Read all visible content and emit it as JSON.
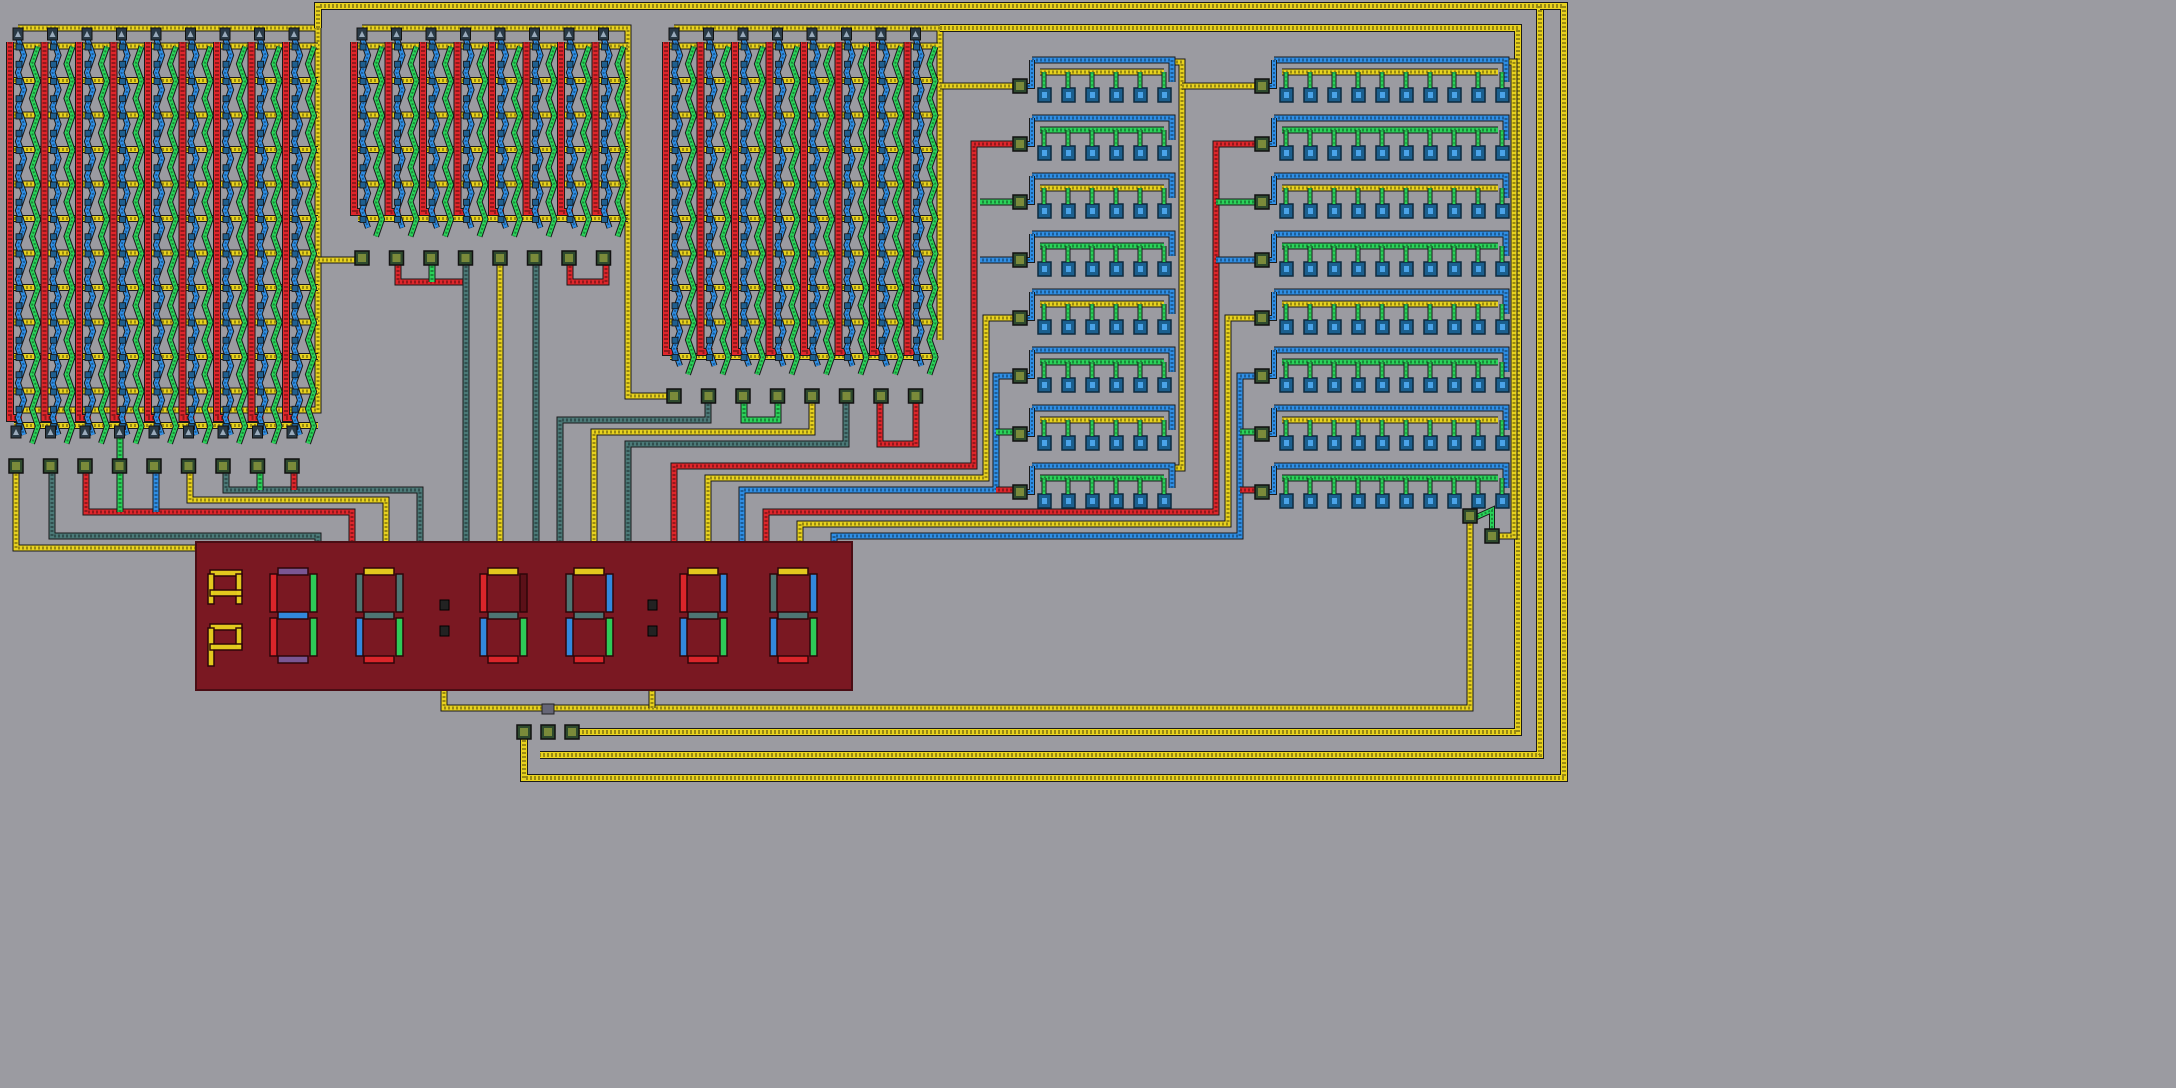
{
  "scene": {
    "title": "",
    "background": "#9b9ba1"
  },
  "colors": {
    "red": "#e0262b",
    "green": "#2ad35a",
    "blue": "#2f8fe6",
    "yellow": "#e8d21e",
    "teal": "#4c7a78",
    "purple": "#7a5a9a",
    "node": "#2e4a2e",
    "panel": "#7a1822",
    "panel_border": "#4a0d14",
    "switch": "#1b5f8e"
  },
  "matrices": [
    {
      "name": "matrix-left",
      "columns": 9,
      "rows": 11
    },
    {
      "name": "matrix-middle",
      "columns": 8,
      "rows": 5
    },
    {
      "name": "matrix-right",
      "columns": 8,
      "rows": 9
    }
  ],
  "switch_banks": [
    {
      "name": "switch-bank-a",
      "rows": 8,
      "switches_per_row": 6
    },
    {
      "name": "switch-bank-b",
      "rows": 8,
      "switches_per_row": 10
    }
  ],
  "display": {
    "letters": [
      "A",
      "P"
    ],
    "digit_count": 6,
    "colon_count": 2
  }
}
